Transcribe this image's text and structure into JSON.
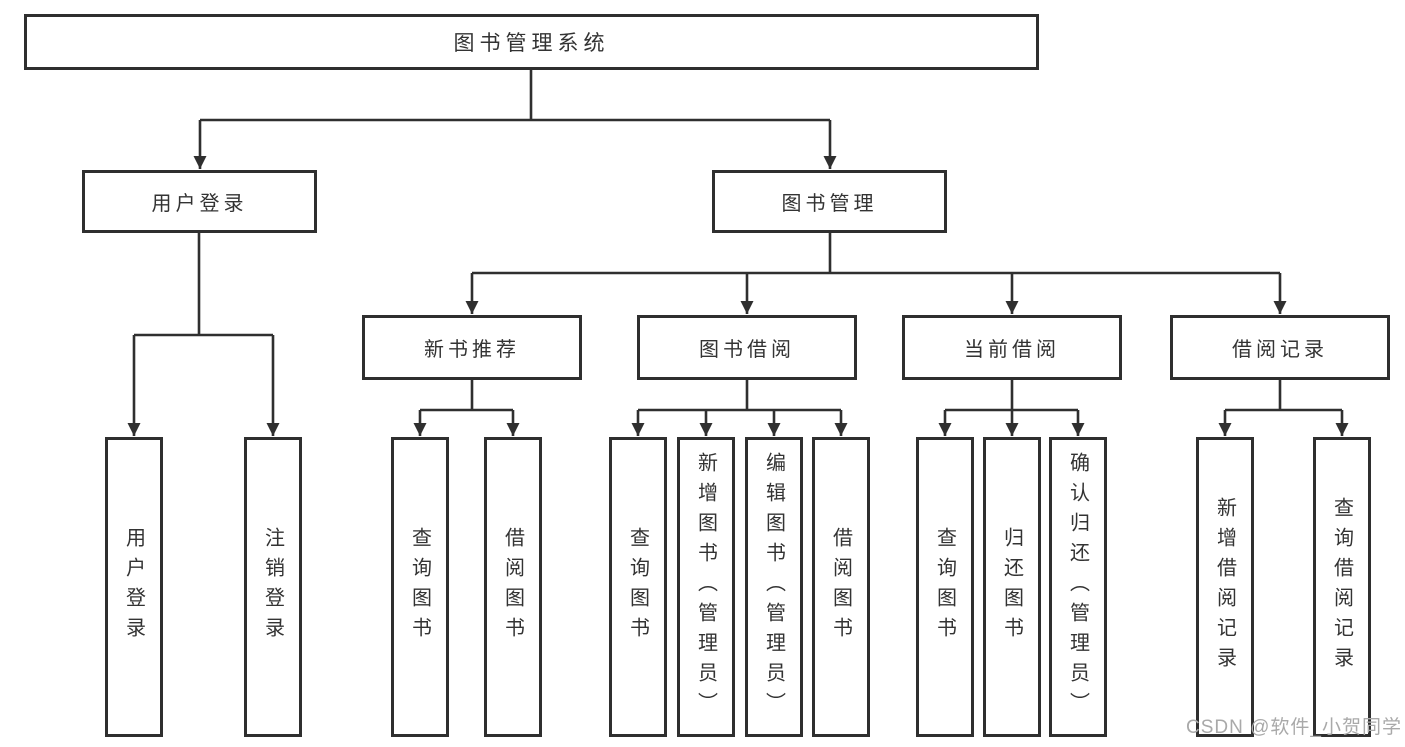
{
  "root": {
    "label": "图书管理系统"
  },
  "branches": [
    {
      "label": "用户登录",
      "children": [
        {
          "label": "用户登录"
        },
        {
          "label": "注销登录"
        }
      ]
    },
    {
      "label": "图书管理",
      "children": [
        {
          "label": "新书推荐",
          "children": [
            {
              "label": "查询图书"
            },
            {
              "label": "借阅图书"
            }
          ]
        },
        {
          "label": "图书借阅",
          "children": [
            {
              "label": "查询图书"
            },
            {
              "label": "新增图书（管理员）"
            },
            {
              "label": "编辑图书（管理员）"
            },
            {
              "label": "借阅图书"
            }
          ]
        },
        {
          "label": "当前借阅",
          "children": [
            {
              "label": "查询图书"
            },
            {
              "label": "归还图书"
            },
            {
              "label": "确认归还（管理员）"
            }
          ]
        },
        {
          "label": "借阅记录",
          "children": [
            {
              "label": "新增借阅记录"
            },
            {
              "label": "查询借阅记录"
            }
          ]
        }
      ]
    }
  ],
  "watermark": "CSDN @软件_小贺同学",
  "colors": {
    "line": "#2f2f2f",
    "box_border": "#2f2f2f",
    "text": "#333333",
    "watermark": "#a9a9a9",
    "background": "#ffffff"
  }
}
